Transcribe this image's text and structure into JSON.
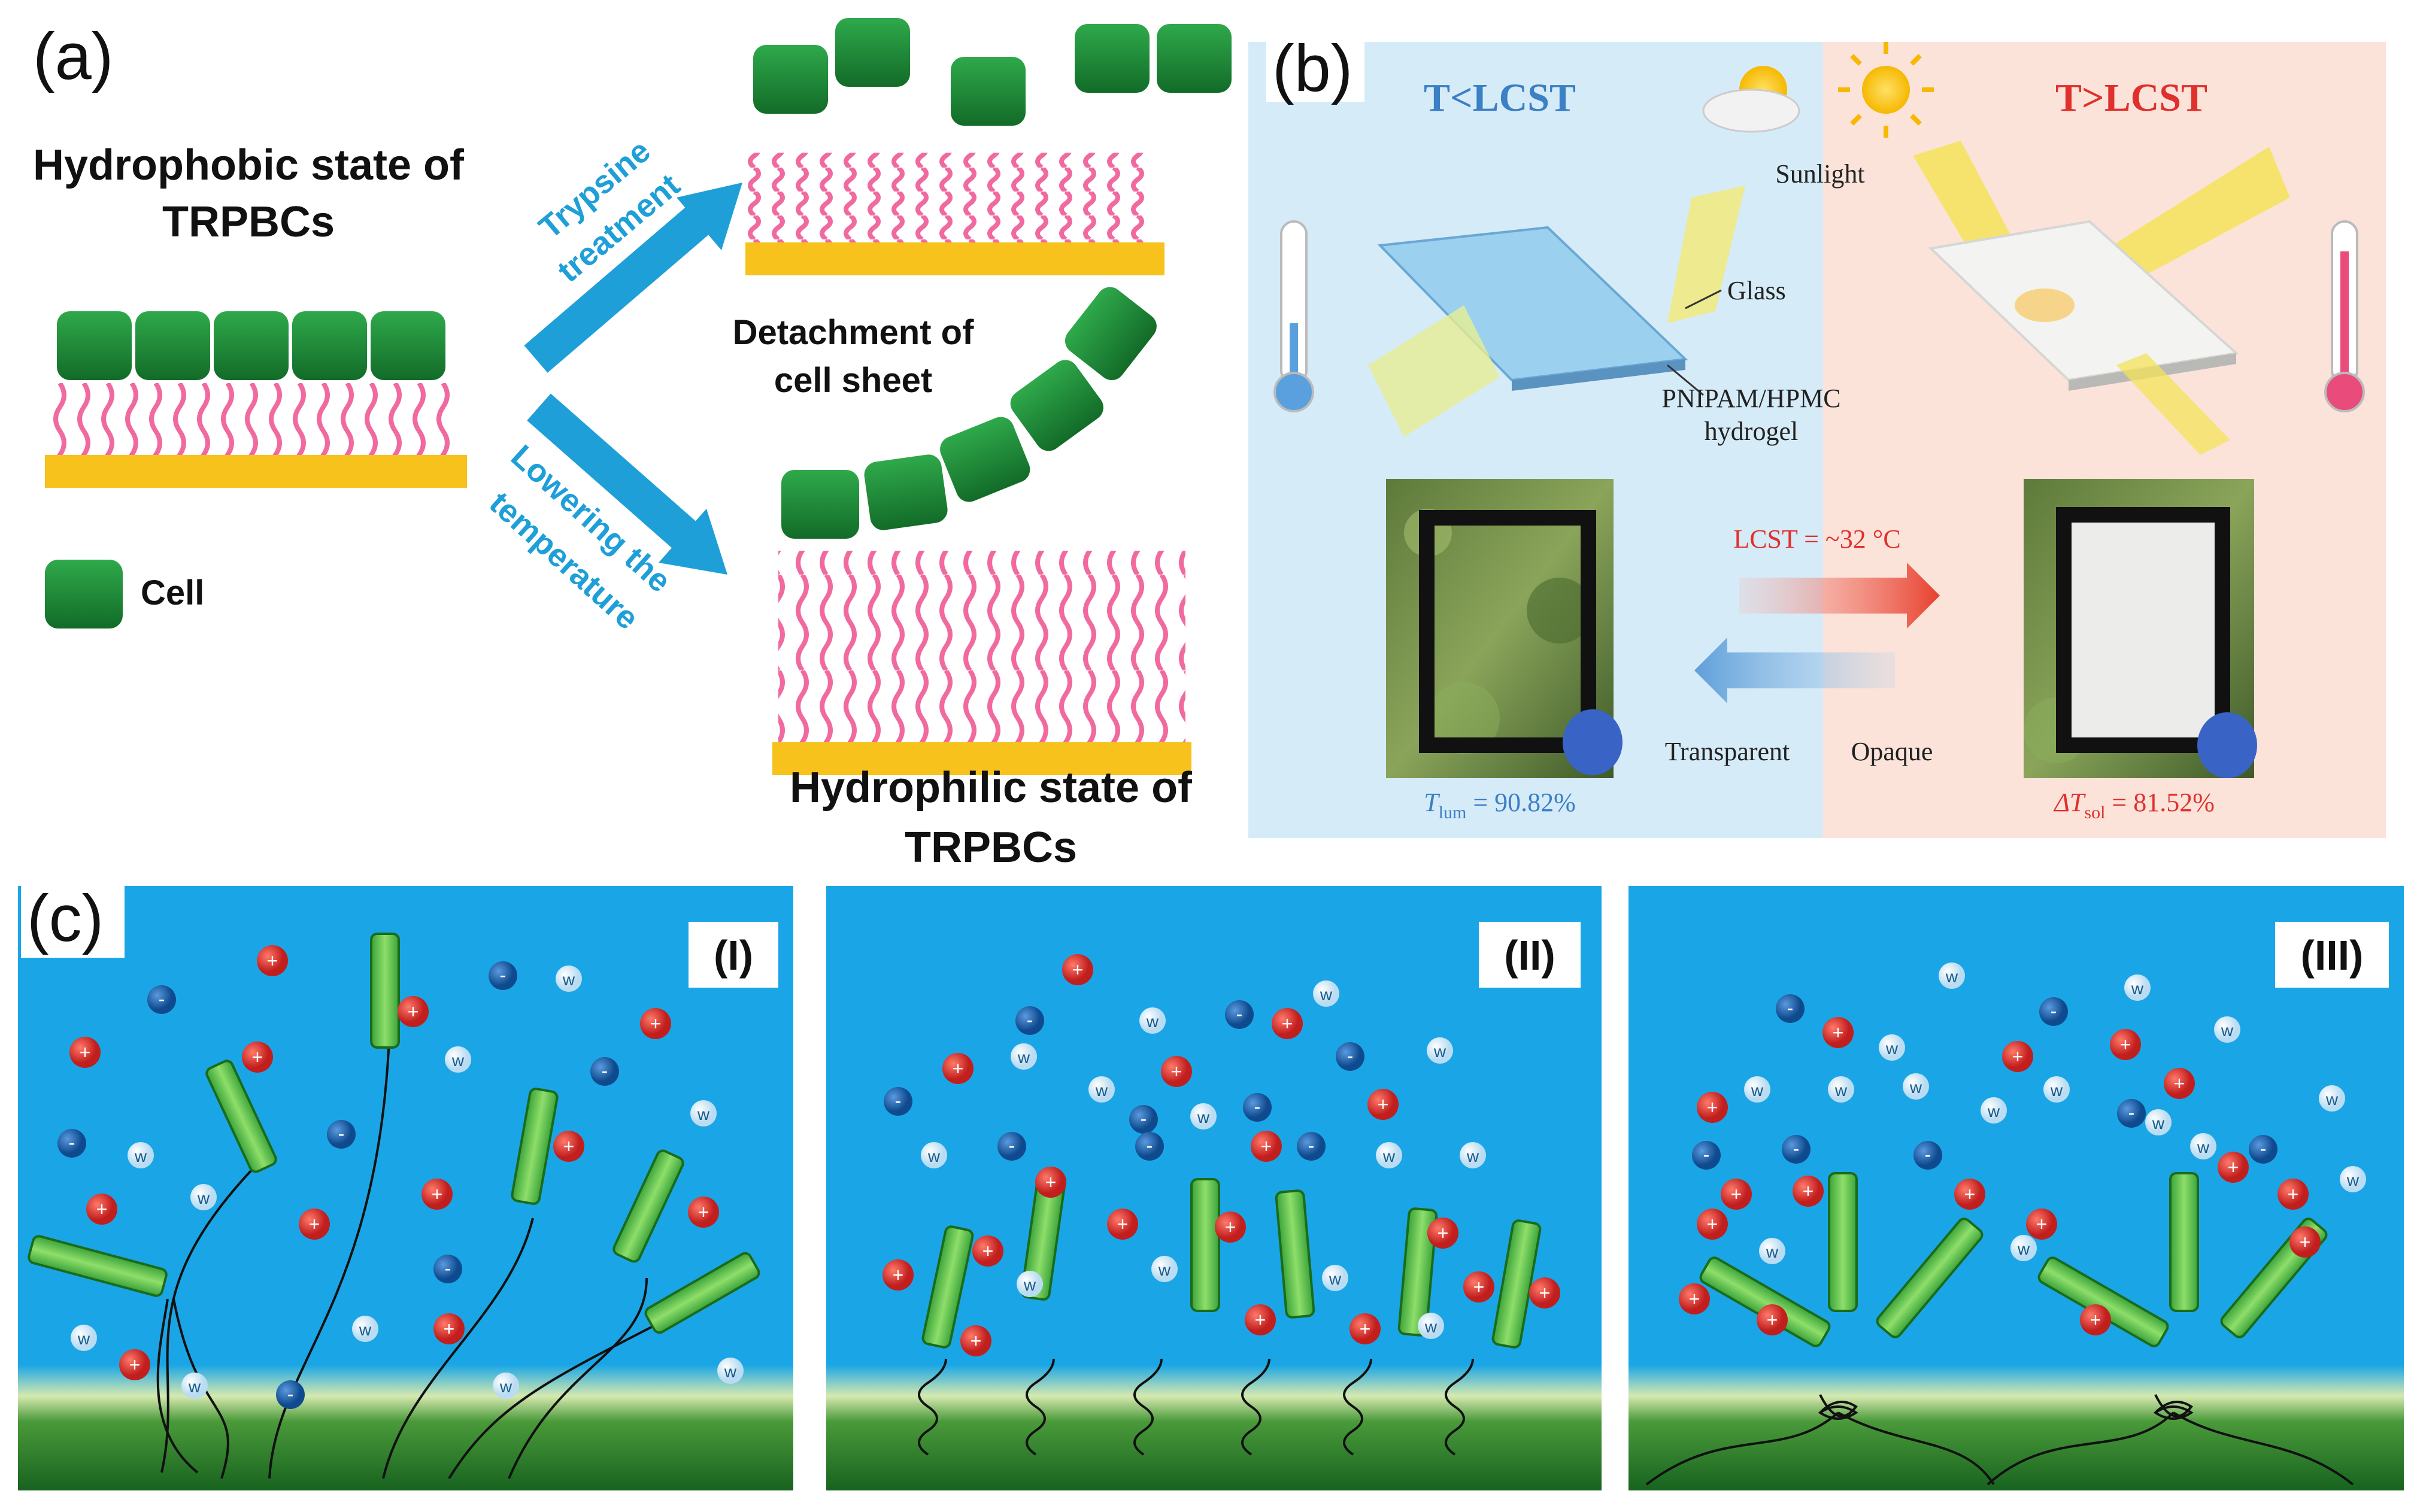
{
  "panel_a": {
    "label": "(a)",
    "hydrophobic_line1": "Hydrophobic state of",
    "hydrophobic_line2": "TRPBCs",
    "trypsine_line1": "Trypsine",
    "trypsine_line2": "treatment",
    "lowering_line1": "Lowering the",
    "lowering_line2": "temperature",
    "detachment_line1": "Detachment of",
    "detachment_line2": "cell sheet",
    "legend_cell": "Cell",
    "hydrophilic_line1": "Hydrophilic state of",
    "hydrophilic_line2": "TRPBCs",
    "colors": {
      "cell": "#1e8a3a",
      "chain": "#f06aa0",
      "substrate": "#f7c21c",
      "arrow": "#1f9fd8"
    }
  },
  "panel_b": {
    "label": "(b)",
    "left_title": "T<LCST",
    "right_title": "T>LCST",
    "sunlight": "Sunlight",
    "glass": "Glass",
    "hydrogel_line1": "PNIPAM/HPMC",
    "hydrogel_line2": "hydrogel",
    "lcst_value": "LCST = ~32 °C",
    "transparent": "Transparent",
    "opaque": "Opaque",
    "t_lum_symbol": "T",
    "t_lum_sub": "lum",
    "t_lum_value": " = 90.82%",
    "dt_sol_symbol": "ΔT",
    "dt_sol_sub": "sol",
    "dt_sol_value": " = 81.52%",
    "colors": {
      "cold": "#d6ebf8",
      "warm": "#fbe3da",
      "cold_title": "#3b7fc4",
      "warm_title": "#e0302c"
    }
  },
  "panel_c": {
    "label": "(c)",
    "sub_i": "(I)",
    "sub_ii": "(II)",
    "sub_iii": "(III)",
    "ion_plus": "+",
    "ion_minus": "-",
    "water": "w",
    "colors": {
      "water_bg": "#1aa6e6",
      "ground": "#1f7a2a",
      "rod": "#5fc24a",
      "cation": "#d62a2a",
      "anion": "#1f5fa8"
    }
  }
}
